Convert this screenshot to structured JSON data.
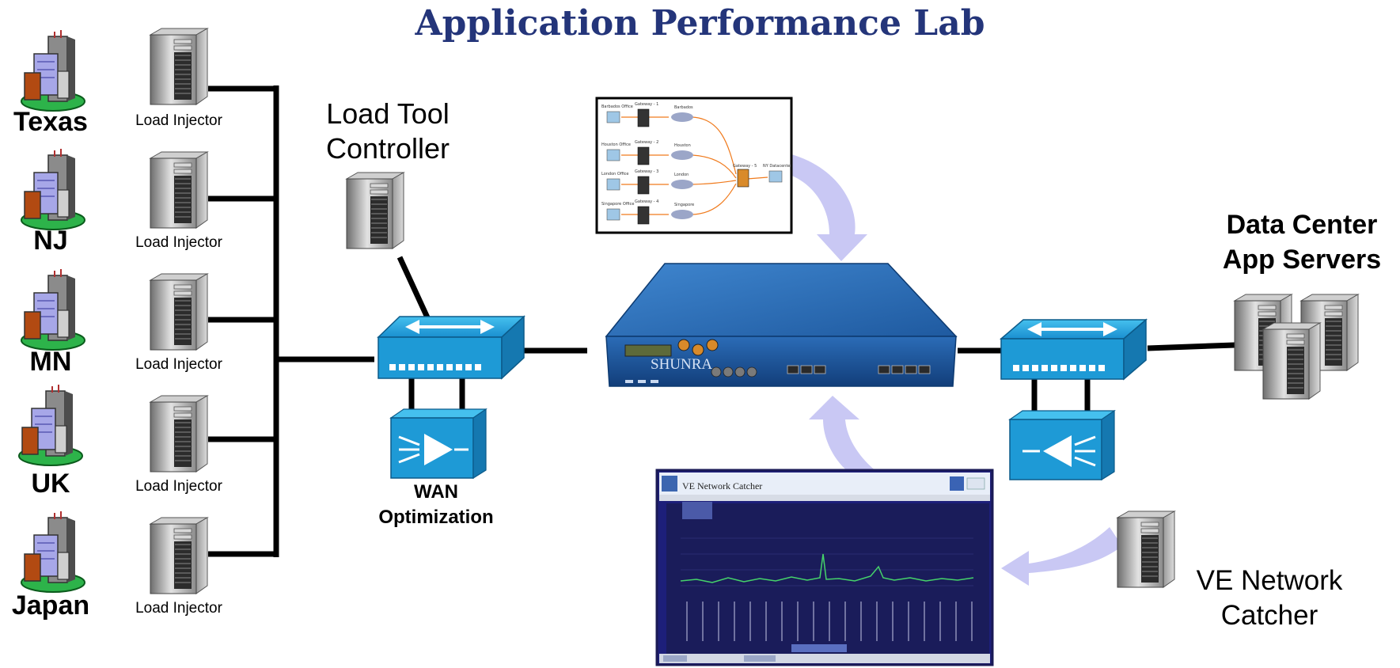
{
  "title": "Application Performance Lab",
  "sites": [
    {
      "name": "Texas",
      "injector": "Load Injector"
    },
    {
      "name": "NJ",
      "injector": "Load Injector"
    },
    {
      "name": "MN",
      "injector": "Load Injector"
    },
    {
      "name": "UK",
      "injector": "Load Injector"
    },
    {
      "name": "Japan",
      "injector": "Load Injector"
    }
  ],
  "load_tool_controller": "Load Tool Controller",
  "wan_optimization": "WAN Optimization",
  "data_center": "Data Center App Servers",
  "ve_network_catcher": "VE Network Catcher",
  "appliance_brand": "SHUNRA",
  "screenshot_title": "VE Network Catcher",
  "topology_nodes": {
    "branches": [
      "Barbados Office",
      "Houston Office",
      "London Office",
      "Singapore Office"
    ],
    "gateways": [
      "Gateway - 1",
      "Gateway - 2",
      "Gateway - 3",
      "Gateway - 4"
    ],
    "clouds": [
      "Barbados",
      "Houston",
      "London",
      "Singapore"
    ],
    "core_gateway": "Gateway - 5",
    "datacenter": "NY Datacenter"
  },
  "colors": {
    "title": "#24357a",
    "appliance": "#2a63a8",
    "switch": "#1e9ad6",
    "arrow": "#c9c8f4",
    "link": "#000000",
    "topology_link": "#f07a1c",
    "graph_line": "#45d36a"
  }
}
